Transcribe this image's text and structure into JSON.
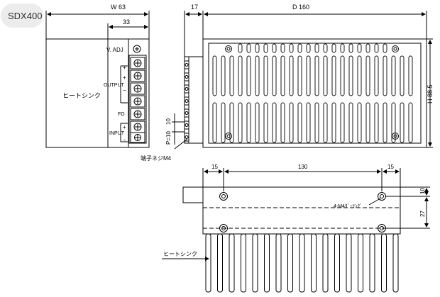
{
  "badge": {
    "model": "SDX400"
  },
  "dims": {
    "width": "W 63",
    "sub_width": "33",
    "depth_offset": "17",
    "depth": "D 160",
    "height": "H 88.5",
    "pitch": "P=10",
    "pitch_gap": "10",
    "bottom_left": "15",
    "bottom_mid": "130",
    "bottom_right": "15",
    "right_top": "10",
    "right_mid": "27"
  },
  "labels": {
    "heatsink_front": "ヒートシンク",
    "heatsink_bottom": "ヒートシンク",
    "v_adj": "V. ADJ",
    "output": "OUTPUT",
    "fg": "FG",
    "input": "INPUT",
    "terminal_screw": "端子ネジM4",
    "tapping": "4-M4ﾀﾞｰﾘﾝｸﾞ"
  },
  "symbols": {
    "plus": "+",
    "minus": "−"
  }
}
